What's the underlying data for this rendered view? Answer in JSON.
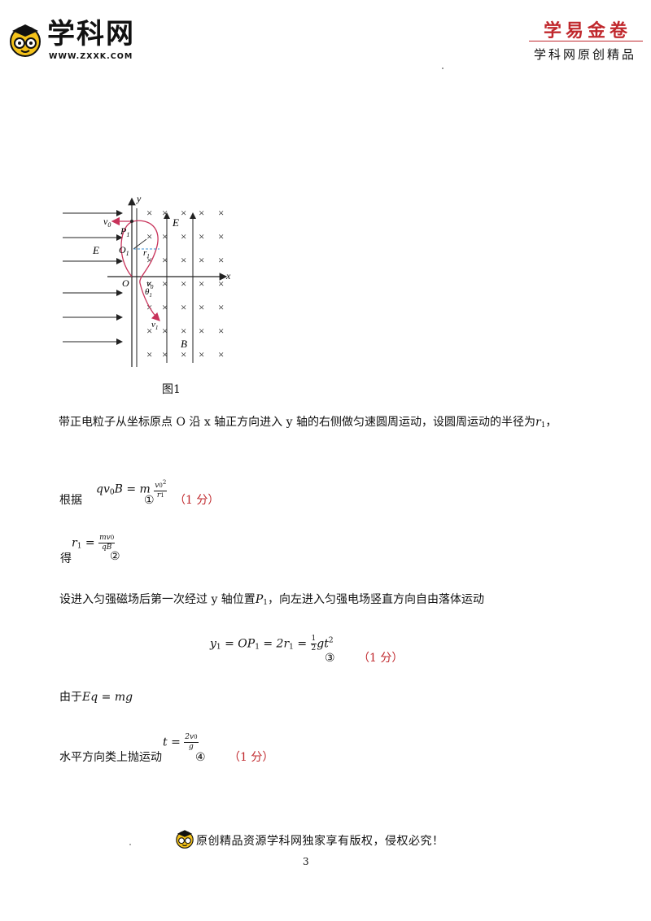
{
  "header": {
    "logo_text": "学科网",
    "logo_url": "WWW.ZXXK.COM",
    "brand_title": "学易金卷",
    "brand_subtitle": "学科网原创精品"
  },
  "figure": {
    "caption": "图1",
    "labels": {
      "y_axis": "y",
      "x_axis": "x",
      "v0_top": "v",
      "v0_top_sub": "0",
      "v0_mid": "v",
      "v0_mid_sub": "0",
      "v1": "v",
      "v1_sub": "1",
      "P1": "P",
      "P1_sub": "1",
      "O1": "O",
      "O1_sub": "1",
      "r1": "r",
      "r1_sub": "1",
      "theta1": "θ",
      "theta1_sub": "1",
      "E_left": "E",
      "E_right": "E",
      "origin": "O",
      "B": "B",
      "cross": "×"
    }
  },
  "content": {
    "p1_text": "带正电粒子从坐标原点 O 沿 x 轴正方向进入 y 轴的右侧做匀速圆周运动，设圆周运动的半径为",
    "p1_r": "r",
    "p1_r_sub": "1",
    "p1_end": "，",
    "p2_label": "根据",
    "p2_eq": "qv",
    "p2_eq_sub": "0",
    "p2_eq_b": "B = m",
    "p2_frac_num": "v",
    "p2_frac_num_sub": "0",
    "p2_frac_num_sup": "2",
    "p2_frac_den": "r",
    "p2_frac_den_sub": "1",
    "p2_circle": "①",
    "p2_score": "（1 分）",
    "p3_label": "得",
    "p3_eq": "r",
    "p3_eq_sub": "1",
    "p3_eq_eq": " = ",
    "p3_frac_num": "mv",
    "p3_frac_num_sub": "0",
    "p3_frac_den": "qB",
    "p3_circle": "②",
    "p4_text": "设进入匀强磁场后第一次经过 y 轴位置",
    "p4_p": "P",
    "p4_p_sub": "1",
    "p4_end": "，向左进入匀强电场竖直方向自由落体运动",
    "p5_eq_a": "y",
    "p5_eq_a_sub": "1",
    "p5_eq_b": " = OP",
    "p5_eq_b_sub": "1",
    "p5_eq_c": " = 2r",
    "p5_eq_c_sub": "1",
    "p5_eq_d": " = ",
    "p5_frac_num": "1",
    "p5_frac_den": "2",
    "p5_eq_e": "gt",
    "p5_eq_e_sup": "2",
    "p5_circle": "③",
    "p5_score": "（1 分）",
    "p6_label": "由于",
    "p6_eq": "Eq = mg",
    "p7_label": "水平方向类上抛运动",
    "p7_eq": "t = ",
    "p7_frac_num": "2v",
    "p7_frac_num_sub": "0",
    "p7_frac_den": "g",
    "p7_circle": "④",
    "p7_score": "（1 分）"
  },
  "footer": {
    "notice": "原创精品资源学科网独家享有版权，侵权必究！",
    "page_number": "3"
  },
  "colors": {
    "brand_red": "#c0282d",
    "trajectory": "#c8325a",
    "dashed_blue": "#3a8fd0"
  }
}
